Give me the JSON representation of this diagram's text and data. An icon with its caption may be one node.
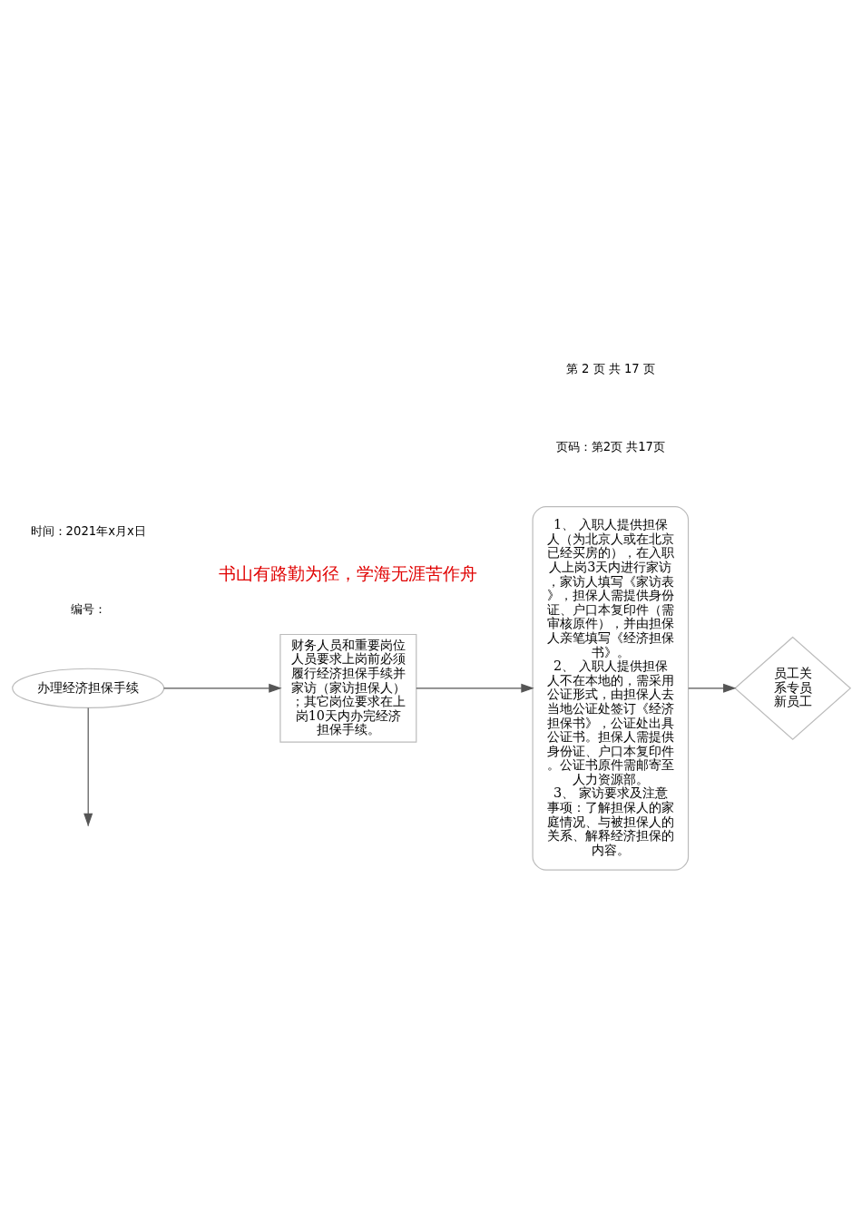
{
  "diagram": {
    "nodes": [
      {
        "text": [
          "办理经济担保手续"
        ]
      },
      {
        "text": [
          "财务人员和重要岗位人员要求上岗前必须履行经济担保手续并家访（家访担保人）；其它岗位要求在上岗10天内办完经济担保手续。"
        ]
      },
      {
        "text": [
          "1、 入职人提供担保人（为北京人或在北京已经买房的），在入职人上岗3天内进行家访，家访人填写《家访表》，担保人需提供身份证、户口本复印件（需审核原件），并由担保人亲笔填写《经济担保书》。",
          "2、 入职人提供担保人不在本地的，需采用公证形式，由担保人去当地公证处签订《经济担保书》，公证处出具公证书。担保人需提供身份证、户口本复印件。公证书原件需邮寄至人力资源部。",
          "3、 家访要求及注意事项：了解担保人的家庭情况、与被担保人的关系、解释经济担保的内容。"
        ]
      },
      {
        "text": [
          "员工关系专员",
          "新员工"
        ]
      }
    ],
    "edges": [
      {
        "from": 0,
        "to": 1,
        "arrow": "to"
      },
      {
        "from": 1,
        "to": 2,
        "arrow": "to"
      },
      {
        "from": 2,
        "to": 3,
        "arrow": "to"
      },
      {
        "from": 0,
        "to": null,
        "arrow": "to"
      }
    ],
    "labels": [
      "编号：",
      "时间：2021年x月x日",
      "书山有路勤为径，学海无涯苦作舟",
      "页码：第2页 共17页",
      "第 2 页 共 17 页"
    ]
  }
}
